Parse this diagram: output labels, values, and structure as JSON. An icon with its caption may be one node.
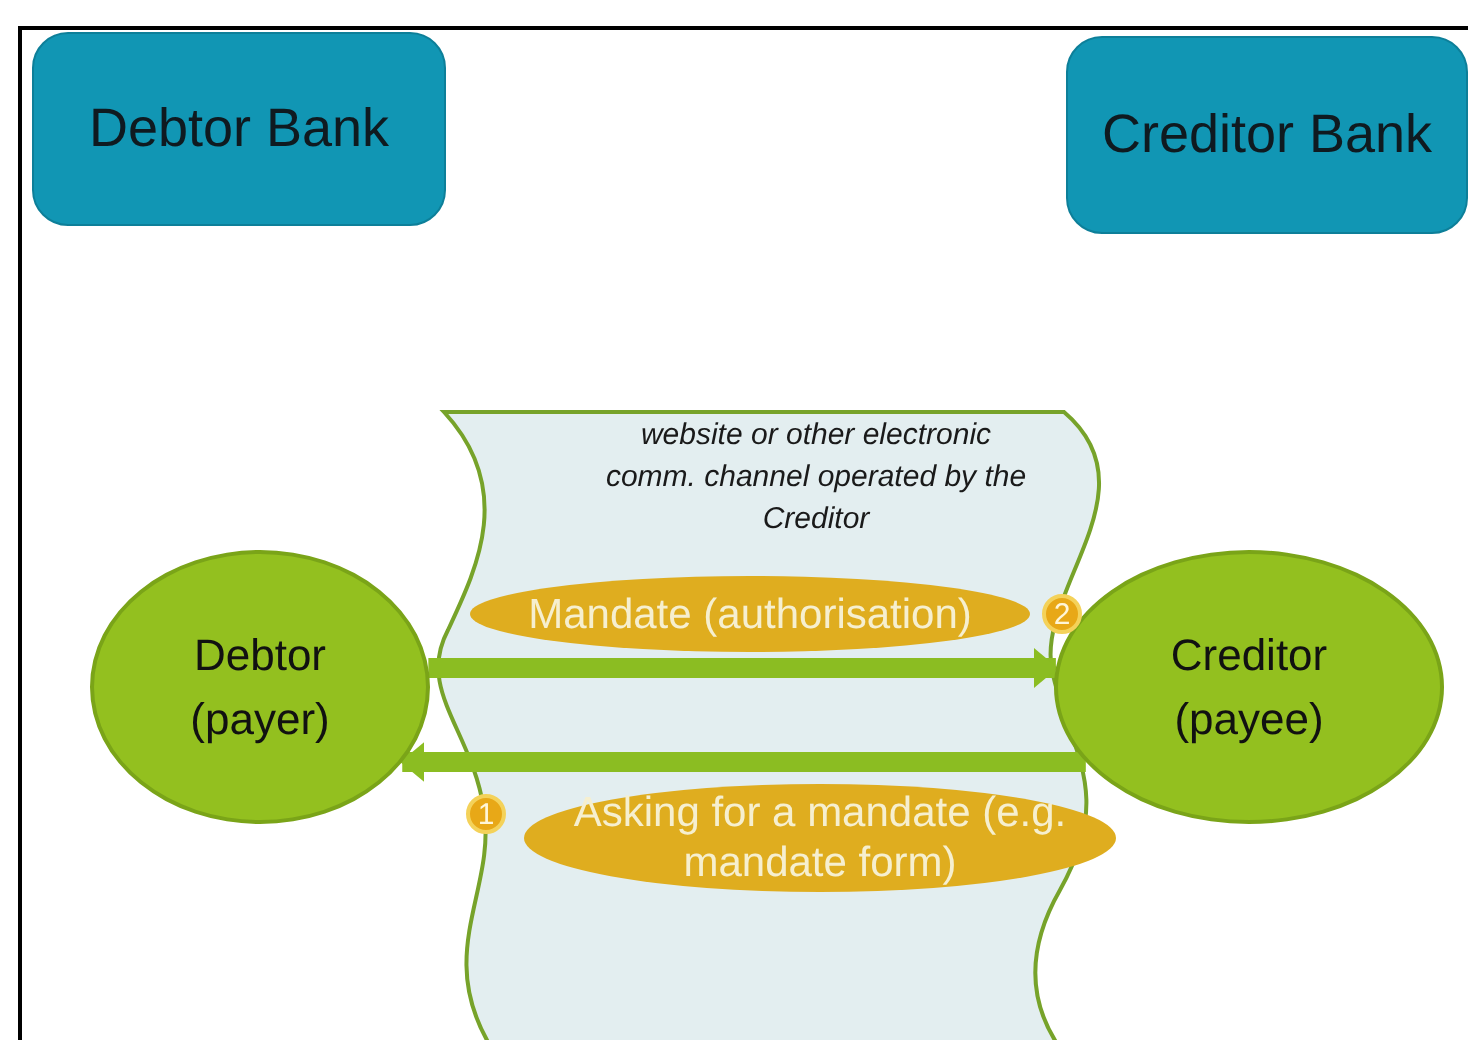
{
  "diagram": {
    "nodes": [
      {
        "text": [
          "Debtor Bank"
        ]
      },
      {
        "text": [
          "Creditor Bank"
        ]
      },
      {
        "text": [
          "website or other electronic comm. channel operated by the Creditor"
        ]
      },
      {
        "text": [
          "Debtor (payer)"
        ]
      },
      {
        "text": [
          "Creditor (payee)"
        ]
      },
      {
        "text": [
          "Mandate (authorisation)"
        ],
        "in": 2
      },
      {
        "text": [
          "2"
        ]
      },
      {
        "text": [
          "Asking for a mandate (e.g. mandate form)"
        ],
        "in": 2
      },
      {
        "text": [
          "1"
        ],
        "in": 2
      }
    ],
    "edges": [
      {
        "from": 3,
        "to": 4,
        "arrow": "to"
      },
      {
        "from": 4,
        "to": 3,
        "arrow": "to"
      }
    ]
  }
}
